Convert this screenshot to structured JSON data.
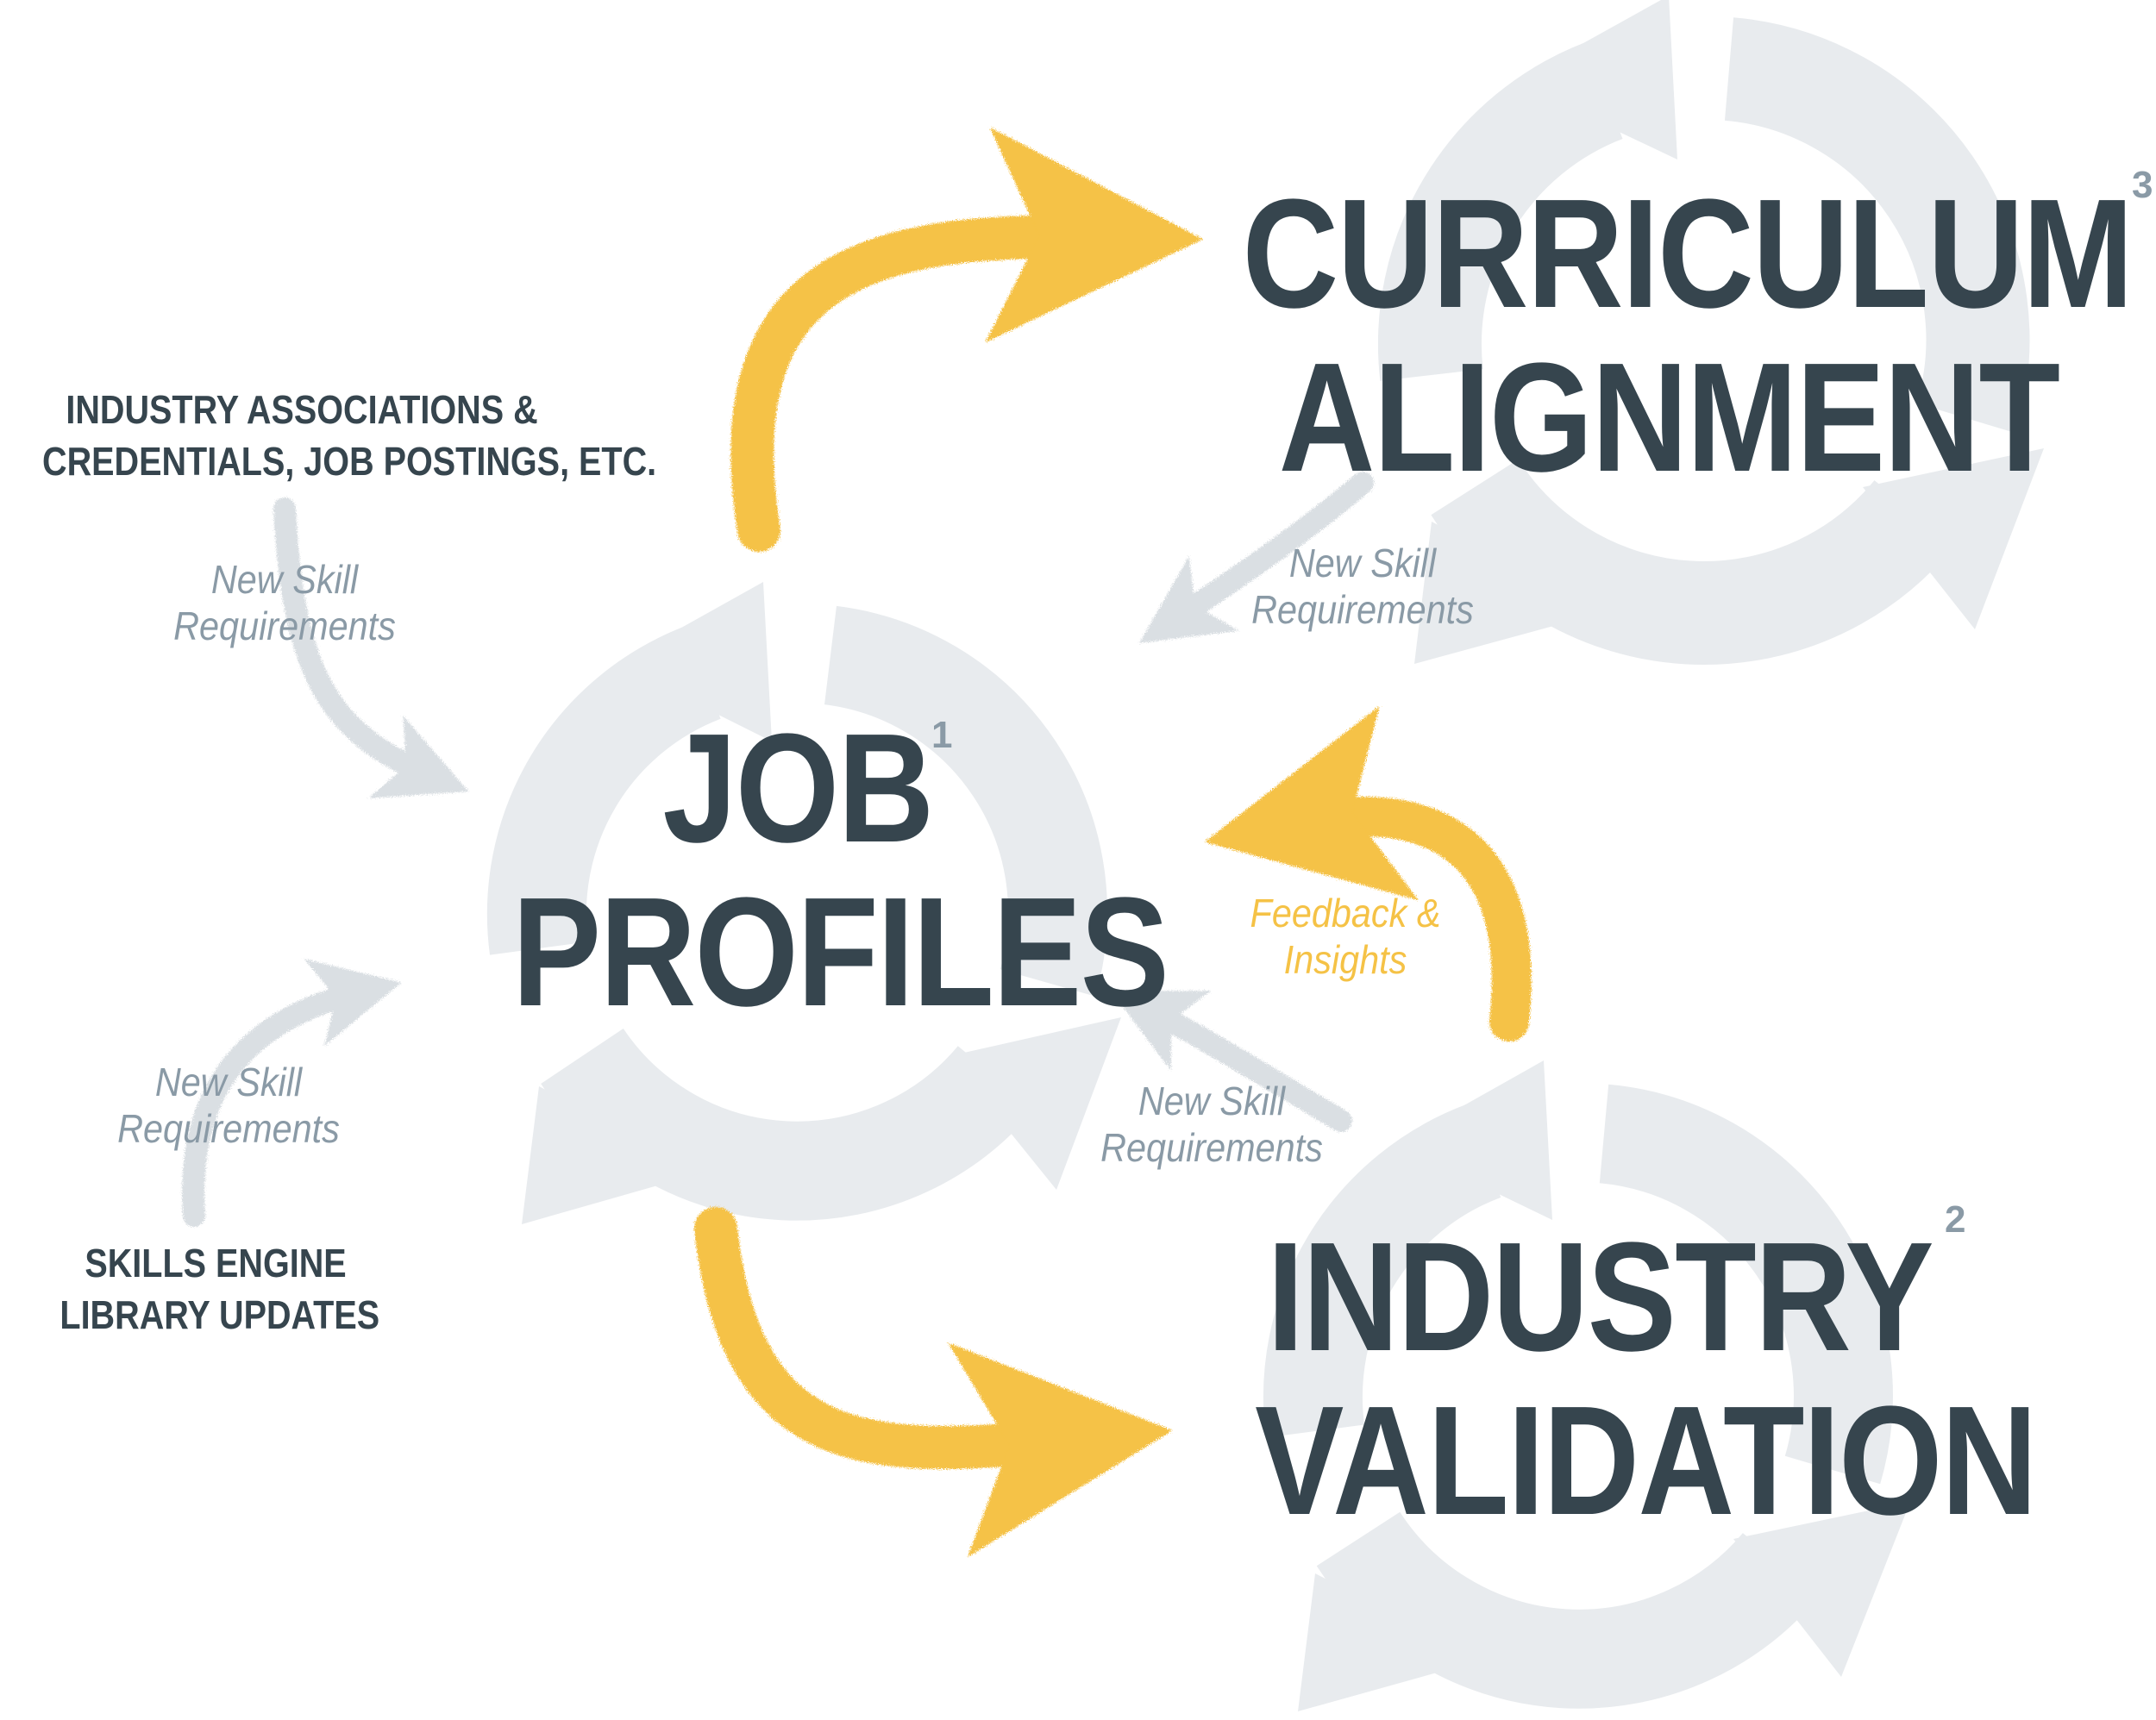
{
  "nodes": {
    "job_profiles": {
      "line1": "JOB",
      "line2": "PROFILES",
      "number": "1"
    },
    "industry_validation": {
      "line1": "INDUSTRY",
      "line2": "VALIDATION",
      "number": "2"
    },
    "curriculum_alignment": {
      "line1": "CURRICULUM",
      "line2": "ALIGNMENT",
      "number": "3"
    }
  },
  "sources": {
    "industry_associations": {
      "line1": "INDUSTRY ASSOCIATIONS &",
      "line2": "CREDENTIALS, JOB POSTINGS, ETC."
    },
    "skills_engine": {
      "line1": "SKILLS ENGINE",
      "line2": "LIBRARY UPDATES"
    }
  },
  "flow_labels": {
    "associations_to_profiles": {
      "line1": "New Skill",
      "line2": "Requirements"
    },
    "engine_to_profiles": {
      "line1": "New Skill",
      "line2": "Requirements"
    },
    "curriculum_to_profiles": {
      "line1": "New Skill",
      "line2": "Requirements"
    },
    "validation_to_profiles": {
      "line1": "New Skill",
      "line2": "Requirements"
    },
    "validation_feedback": {
      "line1": "Feedback &",
      "line2": "Insights"
    }
  },
  "colors": {
    "dark_text": "#36454e",
    "muted_text": "#8a9aa6",
    "accent_yellow": "#f5c246",
    "cycle_gray": "#e8ebee",
    "light_arrow": "#dadfe3"
  },
  "icons": [
    "cycle-arrows-icon",
    "curved-arrow-icon"
  ]
}
